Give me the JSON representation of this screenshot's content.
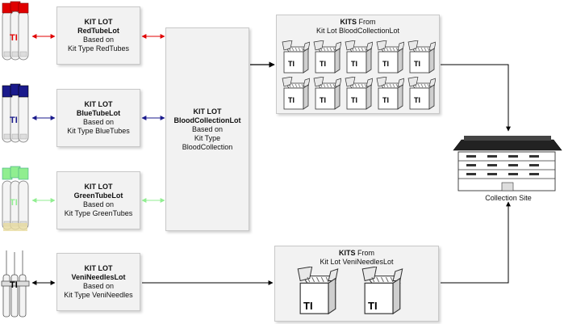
{
  "kit_lots": [
    {
      "header": "KIT LOT",
      "name": "RedTubeLot",
      "based_on": "Based on",
      "kit_type": "Kit Type RedTubes"
    },
    {
      "header": "KIT LOT",
      "name": "BlueTubeLot",
      "based_on": "Based on",
      "kit_type": "Kit Type BlueTubes"
    },
    {
      "header": "KIT LOT",
      "name": "GreenTubeLot",
      "based_on": "Based on",
      "kit_type": "Kit Type GreenTubes"
    },
    {
      "header": "KIT LOT",
      "name": "VeniNeedlesLot",
      "based_on": "Based on",
      "kit_type": "Kit Type VeniNeedles"
    }
  ],
  "blood_collection_lot": {
    "header": "KIT LOT",
    "name": "BloodCollectionLot",
    "based_on": "Based on",
    "kit_type_1": "Kit Type",
    "kit_type_2": "BloodCollection"
  },
  "kits_blood": {
    "kits_word": "KITS",
    "from": "From",
    "source": "Kit Lot BloodCollectionLot",
    "box_label": "TI"
  },
  "kits_veni": {
    "kits_word": "KITS",
    "from": "From",
    "source": "Kit Lot VeniNeedlesLot",
    "box_label": "TI"
  },
  "tube_label": "TI",
  "collection_site": {
    "label": "Collection Site"
  },
  "colors": {
    "red": "#e00000",
    "blue": "#1a1a8c",
    "green": "#90ee90",
    "black": "#000000"
  }
}
